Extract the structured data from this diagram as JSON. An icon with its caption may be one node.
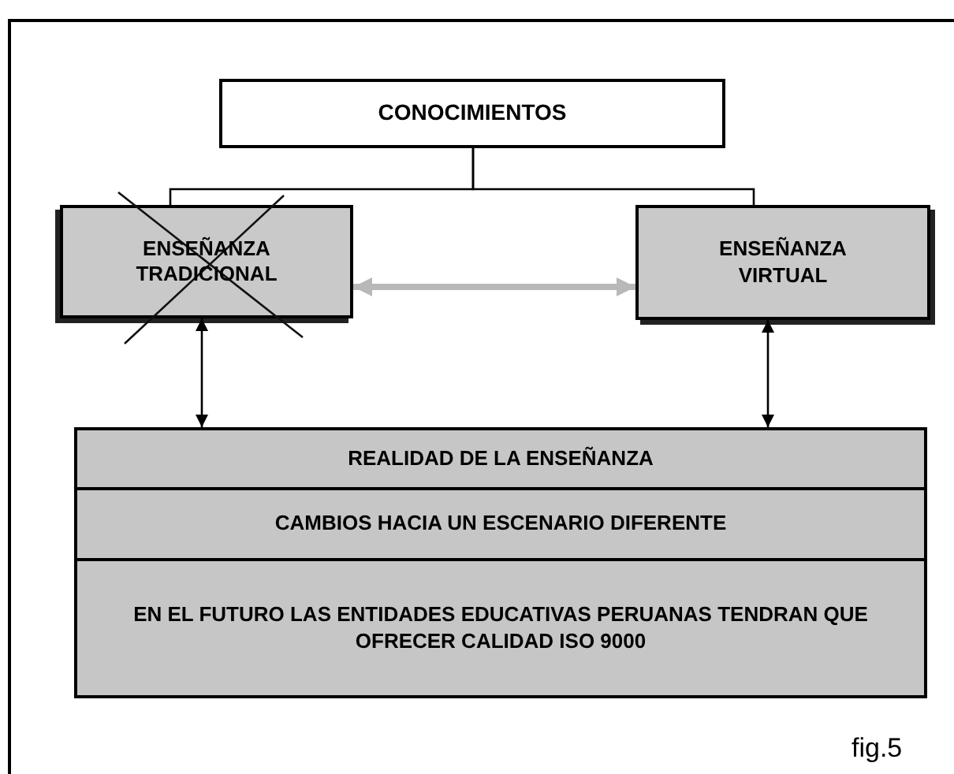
{
  "diagram": {
    "nodes": [
      {
        "text": [
          "CONOCIMIENTOS"
        ]
      },
      {
        "text": [
          "ENSEÑANZA TRADICIONAL"
        ]
      },
      {
        "text": [
          "ENSEÑANZA VIRTUAL"
        ]
      },
      {
        "text": [
          "REALIDAD DE LA ENSEÑANZA"
        ]
      },
      {
        "text": [
          "CAMBIOS HACIA UN ESCENARIO DIFERENTE"
        ]
      },
      {
        "text": [
          "EN EL FUTURO LAS ENTIDADES EDUCATIVAS PERUANAS TENDRAN QUE OFRECER CALIDAD ISO 9000"
        ]
      }
    ],
    "edges": [
      {
        "from": 0,
        "to": 1,
        "arrow": "none"
      },
      {
        "from": 0,
        "to": 2,
        "arrow": "none"
      },
      {
        "from": 1,
        "to": 2,
        "arrow": "both",
        "style": "thick",
        "color": "#b8b8b8"
      },
      {
        "from": 1,
        "to": 3,
        "arrow": "both"
      },
      {
        "from": 2,
        "to": 3,
        "arrow": "both"
      }
    ],
    "labels": [
      "fig.5"
    ]
  }
}
